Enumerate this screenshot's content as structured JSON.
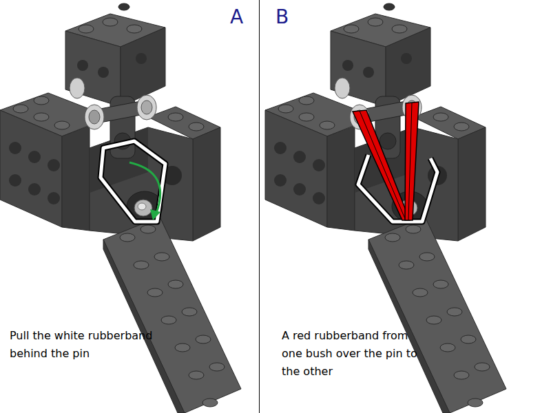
{
  "diagram": {
    "labels": [
      "A",
      "B",
      "Pull the white rubberband behind the pin",
      "A red rubberband from one bush over the pin to the other"
    ]
  }
}
